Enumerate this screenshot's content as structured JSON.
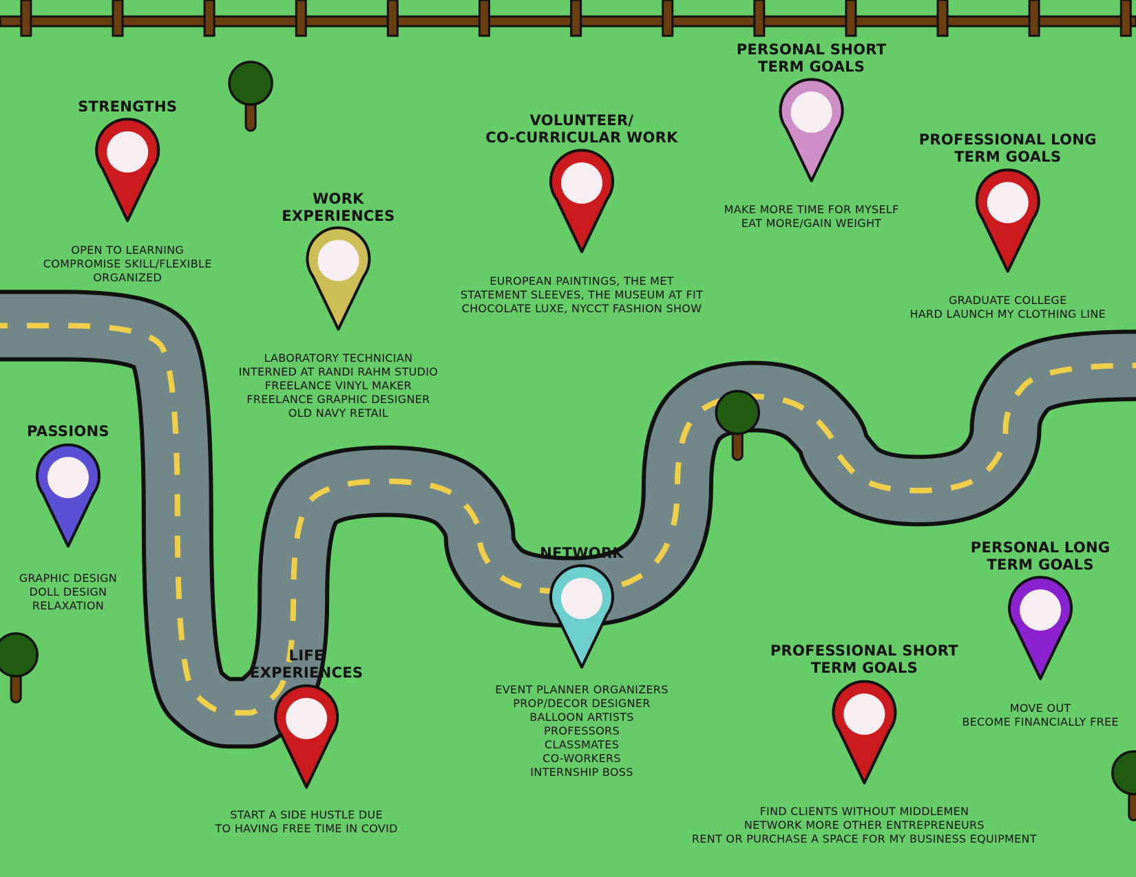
{
  "colors": {
    "grass": "#65cc68",
    "road": "#72878a",
    "road_dash": "#efcf4a",
    "fence": "#6b3e12",
    "tree_top": "#215c12",
    "tree_trunk": "#6b3e12",
    "pin_inner": "#f6eef0"
  },
  "milestones": [
    {
      "id": "strengths",
      "pin_color": "#cc1b1f",
      "title": [
        "STRENGTHS"
      ],
      "items": [
        "OPEN TO LEARNING",
        "COMPROMISE SKILL/FLEXIBLE",
        "ORGANIZED"
      ]
    },
    {
      "id": "work-experiences",
      "pin_color": "#cdbd57",
      "title": [
        "WORK",
        "EXPERIENCES"
      ],
      "items": [
        "LABORATORY TECHNICIAN",
        "INTERNED AT RANDI RAHM STUDIO",
        "FREELANCE VINYL MAKER",
        "FREELANCE GRAPHIC DESIGNER",
        "OLD NAVY RETAIL"
      ]
    },
    {
      "id": "volunteer",
      "pin_color": "#cc1b1f",
      "title": [
        "VOLUNTEER/",
        "CO-CURRICULAR WORK"
      ],
      "items": [
        "EUROPEAN PAINTINGS, THE MET",
        "STATEMENT SLEEVES, THE MUSEUM AT FIT",
        "CHOCOLATE LUXE, NYCCT FASHION SHOW"
      ]
    },
    {
      "id": "personal-short-term-goals",
      "pin_color": "#cd8fc6",
      "title": [
        "PERSONAL SHORT",
        "TERM GOALS"
      ],
      "items": [
        "MAKE MORE TIME FOR MYSELF",
        "EAT MORE/GAIN WEIGHT"
      ]
    },
    {
      "id": "professional-long-term-goals",
      "pin_color": "#cc1b1f",
      "title": [
        "PROFESSIONAL LONG",
        "TERM GOALS"
      ],
      "items": [
        "GRADUATE COLLEGE",
        "HARD LAUNCH MY CLOTHING LINE"
      ]
    },
    {
      "id": "passions",
      "pin_color": "#5b4fd3",
      "title": [
        "PASSIONS"
      ],
      "items": [
        "GRAPHIC DESIGN",
        "DOLL DESIGN",
        "RELAXATION"
      ]
    },
    {
      "id": "life-experiences",
      "pin_color": "#cc1b1f",
      "title": [
        "LIFE",
        "EXPERIENCES"
      ],
      "items": [
        "START A SIDE HUSTLE DUE",
        "TO HAVING FREE TIME IN COVID"
      ]
    },
    {
      "id": "network",
      "pin_color": "#6ccecd",
      "title": [
        "NETWORK"
      ],
      "items": [
        "EVENT PLANNER ORGANIZERS",
        "PROP/DECOR DESIGNER",
        "BALLOON ARTISTS",
        "PROFESSORS",
        "CLASSMATES",
        "CO-WORKERS",
        "INTERNSHIP BOSS"
      ]
    },
    {
      "id": "personal-long-term-goals",
      "pin_color": "#8a22cf",
      "title": [
        "PERSONAL LONG",
        "TERM GOALS"
      ],
      "items": [
        "MOVE OUT",
        "BECOME FINANCIALLY FREE"
      ]
    },
    {
      "id": "professional-short-term-goals",
      "pin_color": "#cc1b1f",
      "title": [
        "PROFESSIONAL SHORT",
        "TERM GOALS"
      ],
      "items": [
        "FIND CLIENTS WITHOUT MIDDLEMEN",
        "NETWORK MORE OTHER ENTREPRENEURS",
        "RENT OR PURCHASE A SPACE FOR MY BUSINESS EQUIPMENT"
      ]
    }
  ]
}
